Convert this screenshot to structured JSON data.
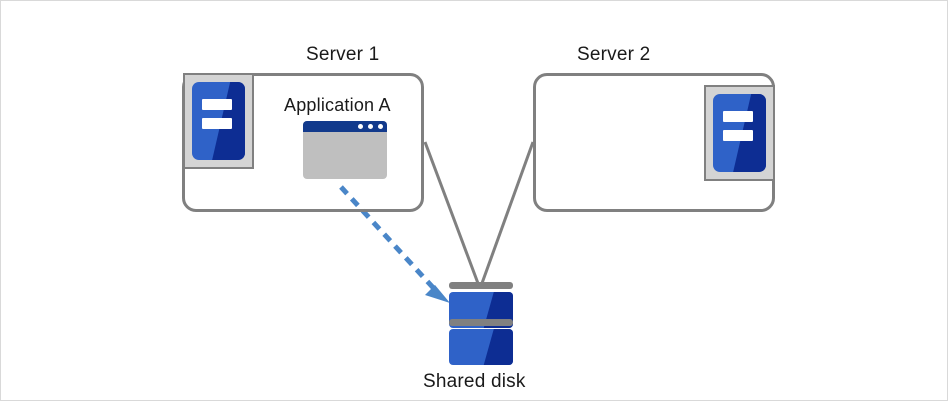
{
  "diagram": {
    "title_alt": "Shared disk cluster with two servers",
    "background_color": "#ffffff",
    "border_color": "#d9d9d9",
    "line_color": "#808080",
    "accent_blue": "#2f62c8",
    "dark_blue": "#0d2d93",
    "titlebar_blue": "#123a8c",
    "arrow_blue": "#4a86c8",
    "icon_bg_gray": "#d4d4d4",
    "window_gray": "#bfbfbf"
  },
  "nodes": {
    "server1": {
      "label": "Server 1",
      "icon_name": "server-icon"
    },
    "server2": {
      "label": "Server 2",
      "icon_name": "server-icon"
    },
    "application": {
      "label": "Application A",
      "icon_name": "app-window-icon"
    },
    "shared_disk": {
      "label": "Shared disk",
      "icon_name": "disk-stack-icon",
      "unit_count": 2
    }
  },
  "connectors": [
    {
      "name": "server1-to-disk",
      "style": "solid",
      "color": "#808080",
      "from": "server1",
      "to": "shared_disk"
    },
    {
      "name": "server2-to-disk",
      "style": "solid",
      "color": "#808080",
      "from": "server2",
      "to": "shared_disk"
    },
    {
      "name": "application-to-disk",
      "style": "dashed-arrow",
      "color": "#4a86c8",
      "from": "application",
      "to": "shared_disk"
    }
  ]
}
